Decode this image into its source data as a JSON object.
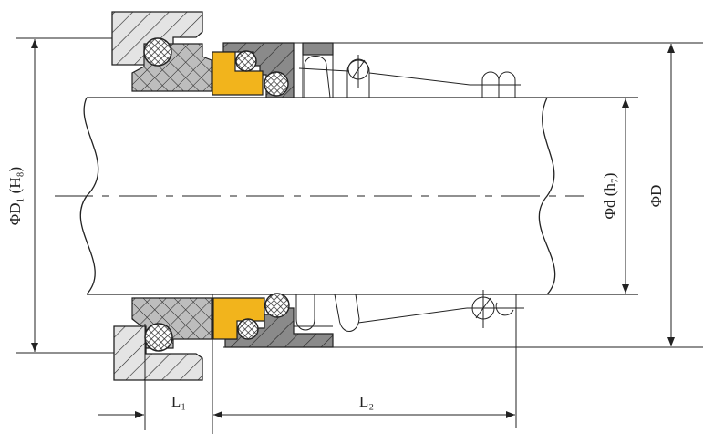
{
  "dimensions": {
    "d1_label": "ΦD₁ (H₈)",
    "d_label": "Φd (h₇)",
    "outer_d_label": "ΦD",
    "l1_label": "L₁",
    "l2_label": "L₂"
  },
  "colors": {
    "yellow_ring": "#f2b41c",
    "dark_ring": "#8a8a8a",
    "seat": "#bdbdbd",
    "gland": "#e4e4e4",
    "line": "#222222"
  }
}
